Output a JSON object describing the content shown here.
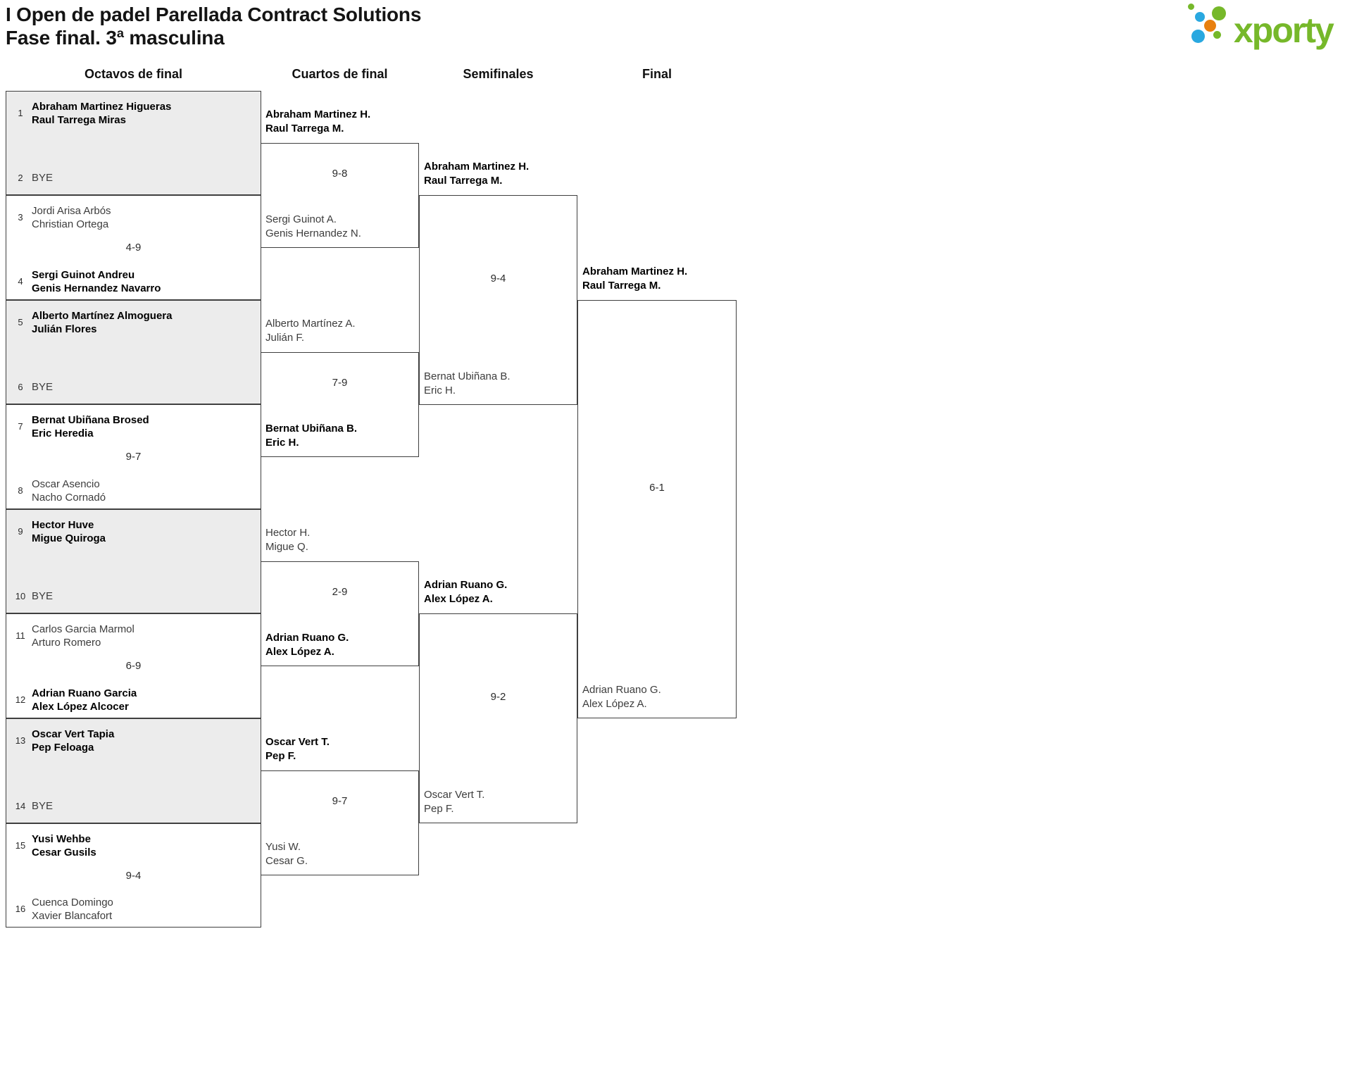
{
  "header": {
    "title_line1": "I Open de padel Parellada Contract Solutions",
    "title_line2": "Fase final. 3ª masculina"
  },
  "logo": {
    "brand": "xporty",
    "green": "#76b82a",
    "blue": "#29a8e0",
    "orange": "#e8800e"
  },
  "columns": [
    {
      "label": "Octavos de final"
    },
    {
      "label": "Cuartos de final"
    },
    {
      "label": "Semifinales"
    },
    {
      "label": "Final"
    }
  ],
  "bracket": {
    "octavos": [
      {
        "seed_top": "1",
        "top": [
          "Abraham Martinez Higueras",
          "Raul Tarrega Miras"
        ],
        "seed_bottom": "2",
        "bottom": [
          "BYE"
        ],
        "score": "",
        "bye": true
      },
      {
        "seed_top": "3",
        "top": [
          "Jordi Arisa Arbós",
          "Christian Ortega"
        ],
        "seed_bottom": "4",
        "bottom": [
          "Sergi Guinot Andreu",
          "Genis Hernandez Navarro"
        ],
        "score": "4-9",
        "bye": false
      },
      {
        "seed_top": "5",
        "top": [
          "Alberto Martínez Almoguera",
          "Julián Flores"
        ],
        "seed_bottom": "6",
        "bottom": [
          "BYE"
        ],
        "score": "",
        "bye": true
      },
      {
        "seed_top": "7",
        "top": [
          "Bernat Ubiñana Brosed",
          "Eric Heredia"
        ],
        "seed_bottom": "8",
        "bottom": [
          "Oscar Asencio",
          "Nacho Cornadó"
        ],
        "score": "9-7",
        "bye": false
      },
      {
        "seed_top": "9",
        "top": [
          "Hector Huve",
          "Migue Quiroga"
        ],
        "seed_bottom": "10",
        "bottom": [
          "BYE"
        ],
        "score": "",
        "bye": true
      },
      {
        "seed_top": "11",
        "top": [
          "Carlos Garcia Marmol",
          "Arturo Romero"
        ],
        "seed_bottom": "12",
        "bottom": [
          "Adrian Ruano Garcia",
          "Alex López Alcocer"
        ],
        "score": "6-9",
        "bye": false
      },
      {
        "seed_top": "13",
        "top": [
          "Oscar Vert Tapia",
          "Pep Feloaga"
        ],
        "seed_bottom": "14",
        "bottom": [
          "BYE"
        ],
        "score": "",
        "bye": true
      },
      {
        "seed_top": "15",
        "top": [
          "Yusi Wehbe",
          "Cesar Gusils"
        ],
        "seed_bottom": "16",
        "bottom": [
          "Cuenca Domingo",
          "Xavier Blancafort"
        ],
        "score": "9-4",
        "bye": false
      }
    ],
    "cuartos": [
      {
        "top": [
          "Abraham Martinez H.",
          "Raul Tarrega M."
        ],
        "bottom": [
          "Sergi Guinot A.",
          "Genis Hernandez N."
        ],
        "score": "9-8",
        "winner": "top"
      },
      {
        "top": [
          "Alberto Martínez A.",
          "Julián F."
        ],
        "bottom": [
          "Bernat Ubiñana B.",
          "Eric H."
        ],
        "score": "7-9",
        "winner": "bottom"
      },
      {
        "top": [
          "Hector H.",
          "Migue Q."
        ],
        "bottom": [
          "Adrian Ruano G.",
          "Alex López A."
        ],
        "score": "2-9",
        "winner": "bottom"
      },
      {
        "top": [
          "Oscar Vert T.",
          "Pep F."
        ],
        "bottom": [
          "Yusi W.",
          "Cesar G."
        ],
        "score": "9-7",
        "winner": "top"
      }
    ],
    "semifinales": [
      {
        "top": [
          "Abraham Martinez H.",
          "Raul Tarrega M."
        ],
        "bottom": [
          "Bernat Ubiñana B.",
          "Eric H."
        ],
        "score": "9-4",
        "winner": "top"
      },
      {
        "top": [
          "Adrian Ruano G.",
          "Alex López A."
        ],
        "bottom": [
          "Oscar Vert T.",
          "Pep F."
        ],
        "score": "9-2",
        "winner": "top"
      }
    ],
    "final": [
      {
        "top": [
          "Abraham Martinez H.",
          "Raul Tarrega M."
        ],
        "bottom": [
          "Adrian Ruano G.",
          "Alex López A."
        ],
        "score": "6-1",
        "winner": "top"
      }
    ]
  }
}
